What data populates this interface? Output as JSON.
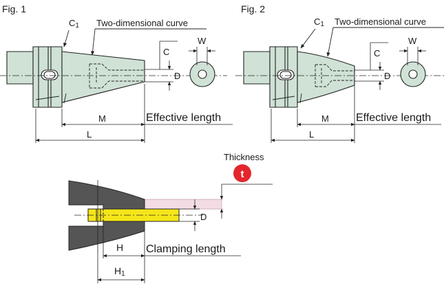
{
  "fig1": {
    "title": "Fig. 1",
    "c1_label": "C",
    "c1_sub": "1",
    "curve_label": "Two-dimensional curve",
    "c_label": "C",
    "w_label": "W",
    "d_label": "D",
    "m_label": "M",
    "l_label": "L",
    "effective_label": "Effective length"
  },
  "fig2": {
    "title": "Fig. 2",
    "c1_label": "C",
    "c1_sub": "1",
    "curve_label": "Two-dimensional curve",
    "c_label": "C",
    "w_label": "W",
    "d_label": "D",
    "m_label": "M",
    "l_label": "L",
    "effective_label": "Effective length"
  },
  "bottom": {
    "thickness_label": "Thickness",
    "t_badge": "t",
    "d_label": "D",
    "h_label": "H",
    "h1_label": "H",
    "h1_sub": "1",
    "clamping_label": "Clamping length"
  },
  "colors": {
    "body_fill": "#cfe2d5",
    "outline": "#222222",
    "tool_yellow": "#f5e61a",
    "badge_red": "#e4262c",
    "pink_band": "#f3dce3",
    "bore_dark": "#4a4a4a"
  }
}
